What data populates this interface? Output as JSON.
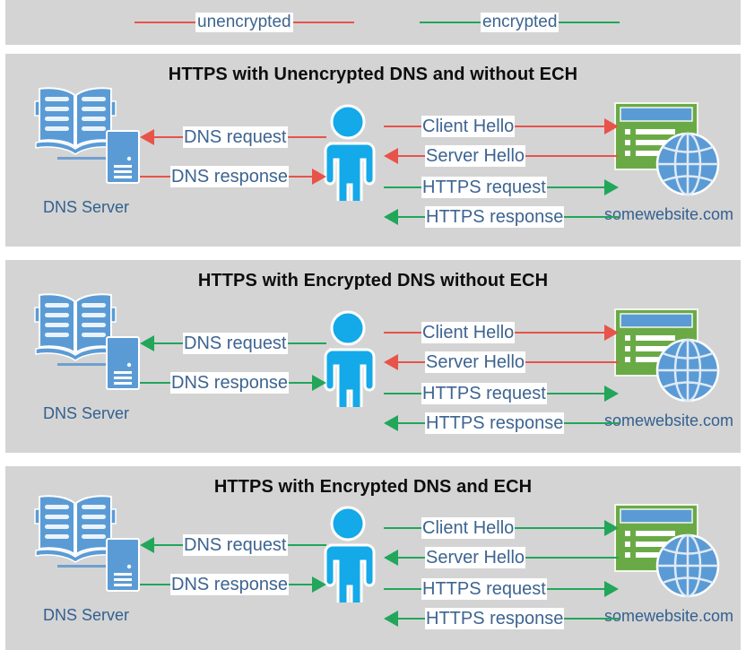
{
  "legend": {
    "items": [
      {
        "label": "unencrypted",
        "color": "#e8534a",
        "icon": "line-swatch"
      },
      {
        "label": "encrypted",
        "color": "#21a65a",
        "icon": "line-swatch"
      }
    ]
  },
  "colors": {
    "panel_background": "#d4d4d4",
    "page_background": "#ffffff",
    "unencrypted": "#e8534a",
    "encrypted": "#21a65a",
    "label_text": "#3d6490",
    "title_text": "#0d0d0d",
    "person": "#14a9e8",
    "website_window": "#6aaa46",
    "website_titlebar": "#5b9bd5",
    "globe": "#5b9bd5",
    "book": "#5b9bd5",
    "server": "#5b9bd5"
  },
  "nodes": {
    "dns_server_label": "DNS Server",
    "website_label": "somewebsite.com",
    "client_label": ""
  },
  "panels": [
    {
      "id": "panel-1",
      "title": "HTTPS with Unencrypted DNS and without ECH",
      "dns_messages": [
        {
          "label": "DNS request",
          "direction": "left",
          "encrypted": false
        },
        {
          "label": "DNS response",
          "direction": "right",
          "encrypted": false
        }
      ],
      "web_messages": [
        {
          "label": "Client Hello",
          "direction": "right",
          "encrypted": false
        },
        {
          "label": "Server Hello",
          "direction": "left",
          "encrypted": false
        },
        {
          "label": "HTTPS request",
          "direction": "right",
          "encrypted": true
        },
        {
          "label": "HTTPS response",
          "direction": "left",
          "encrypted": true
        }
      ]
    },
    {
      "id": "panel-2",
      "title": "HTTPS with Encrypted DNS without ECH",
      "dns_messages": [
        {
          "label": "DNS request",
          "direction": "left",
          "encrypted": true
        },
        {
          "label": "DNS response",
          "direction": "right",
          "encrypted": true
        }
      ],
      "web_messages": [
        {
          "label": "Client Hello",
          "direction": "right",
          "encrypted": false
        },
        {
          "label": "Server Hello",
          "direction": "left",
          "encrypted": false
        },
        {
          "label": "HTTPS request",
          "direction": "right",
          "encrypted": true
        },
        {
          "label": "HTTPS response",
          "direction": "left",
          "encrypted": true
        }
      ]
    },
    {
      "id": "panel-3",
      "title": "HTTPS with Encrypted DNS and ECH",
      "dns_messages": [
        {
          "label": "DNS request",
          "direction": "left",
          "encrypted": true
        },
        {
          "label": "DNS response",
          "direction": "right",
          "encrypted": true
        }
      ],
      "web_messages": [
        {
          "label": "Client Hello",
          "direction": "right",
          "encrypted": true
        },
        {
          "label": "Server Hello",
          "direction": "left",
          "encrypted": true
        },
        {
          "label": "HTTPS request",
          "direction": "right",
          "encrypted": true
        },
        {
          "label": "HTTPS response",
          "direction": "left",
          "encrypted": true
        }
      ]
    }
  ]
}
